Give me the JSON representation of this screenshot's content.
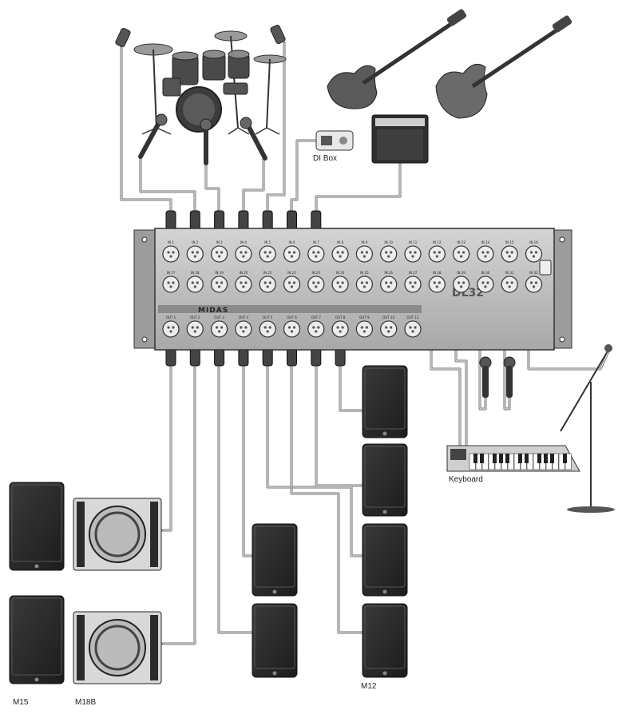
{
  "labels": {
    "di_box": "DI Box",
    "keyboard": "Keyboard",
    "m15": "M15",
    "m18b": "M18B",
    "m12": "M12"
  },
  "mixer": {
    "brand": "MIDAS",
    "model": "DL32",
    "input_row1": [
      "IN 1",
      "IN 2",
      "IN 3",
      "IN 4",
      "IN 5",
      "IN 6",
      "IN 7",
      "IN 8",
      "IN 9",
      "IN 10",
      "IN 11",
      "IN 12",
      "IN 13",
      "IN 14",
      "IN 15",
      "IN 16"
    ],
    "input_row2": [
      "IN 17",
      "IN 18",
      "IN 19",
      "IN 20",
      "IN 21",
      "IN 22",
      "IN 23",
      "IN 24",
      "IN 25",
      "IN 26",
      "IN 27",
      "IN 28",
      "IN 29",
      "IN 30",
      "IN 31",
      "IN 32"
    ],
    "outputs": [
      "OUT 1",
      "OUT 2",
      "OUT 3",
      "OUT 4",
      "OUT 5",
      "OUT 6",
      "OUT 7",
      "OUT 8",
      "OUT 9",
      "OUT 10",
      "OUT 11"
    ]
  },
  "colors": {
    "cable": "#6e6e6e",
    "panel": "#bdbdbd",
    "speaker": "#2b2b2b"
  }
}
